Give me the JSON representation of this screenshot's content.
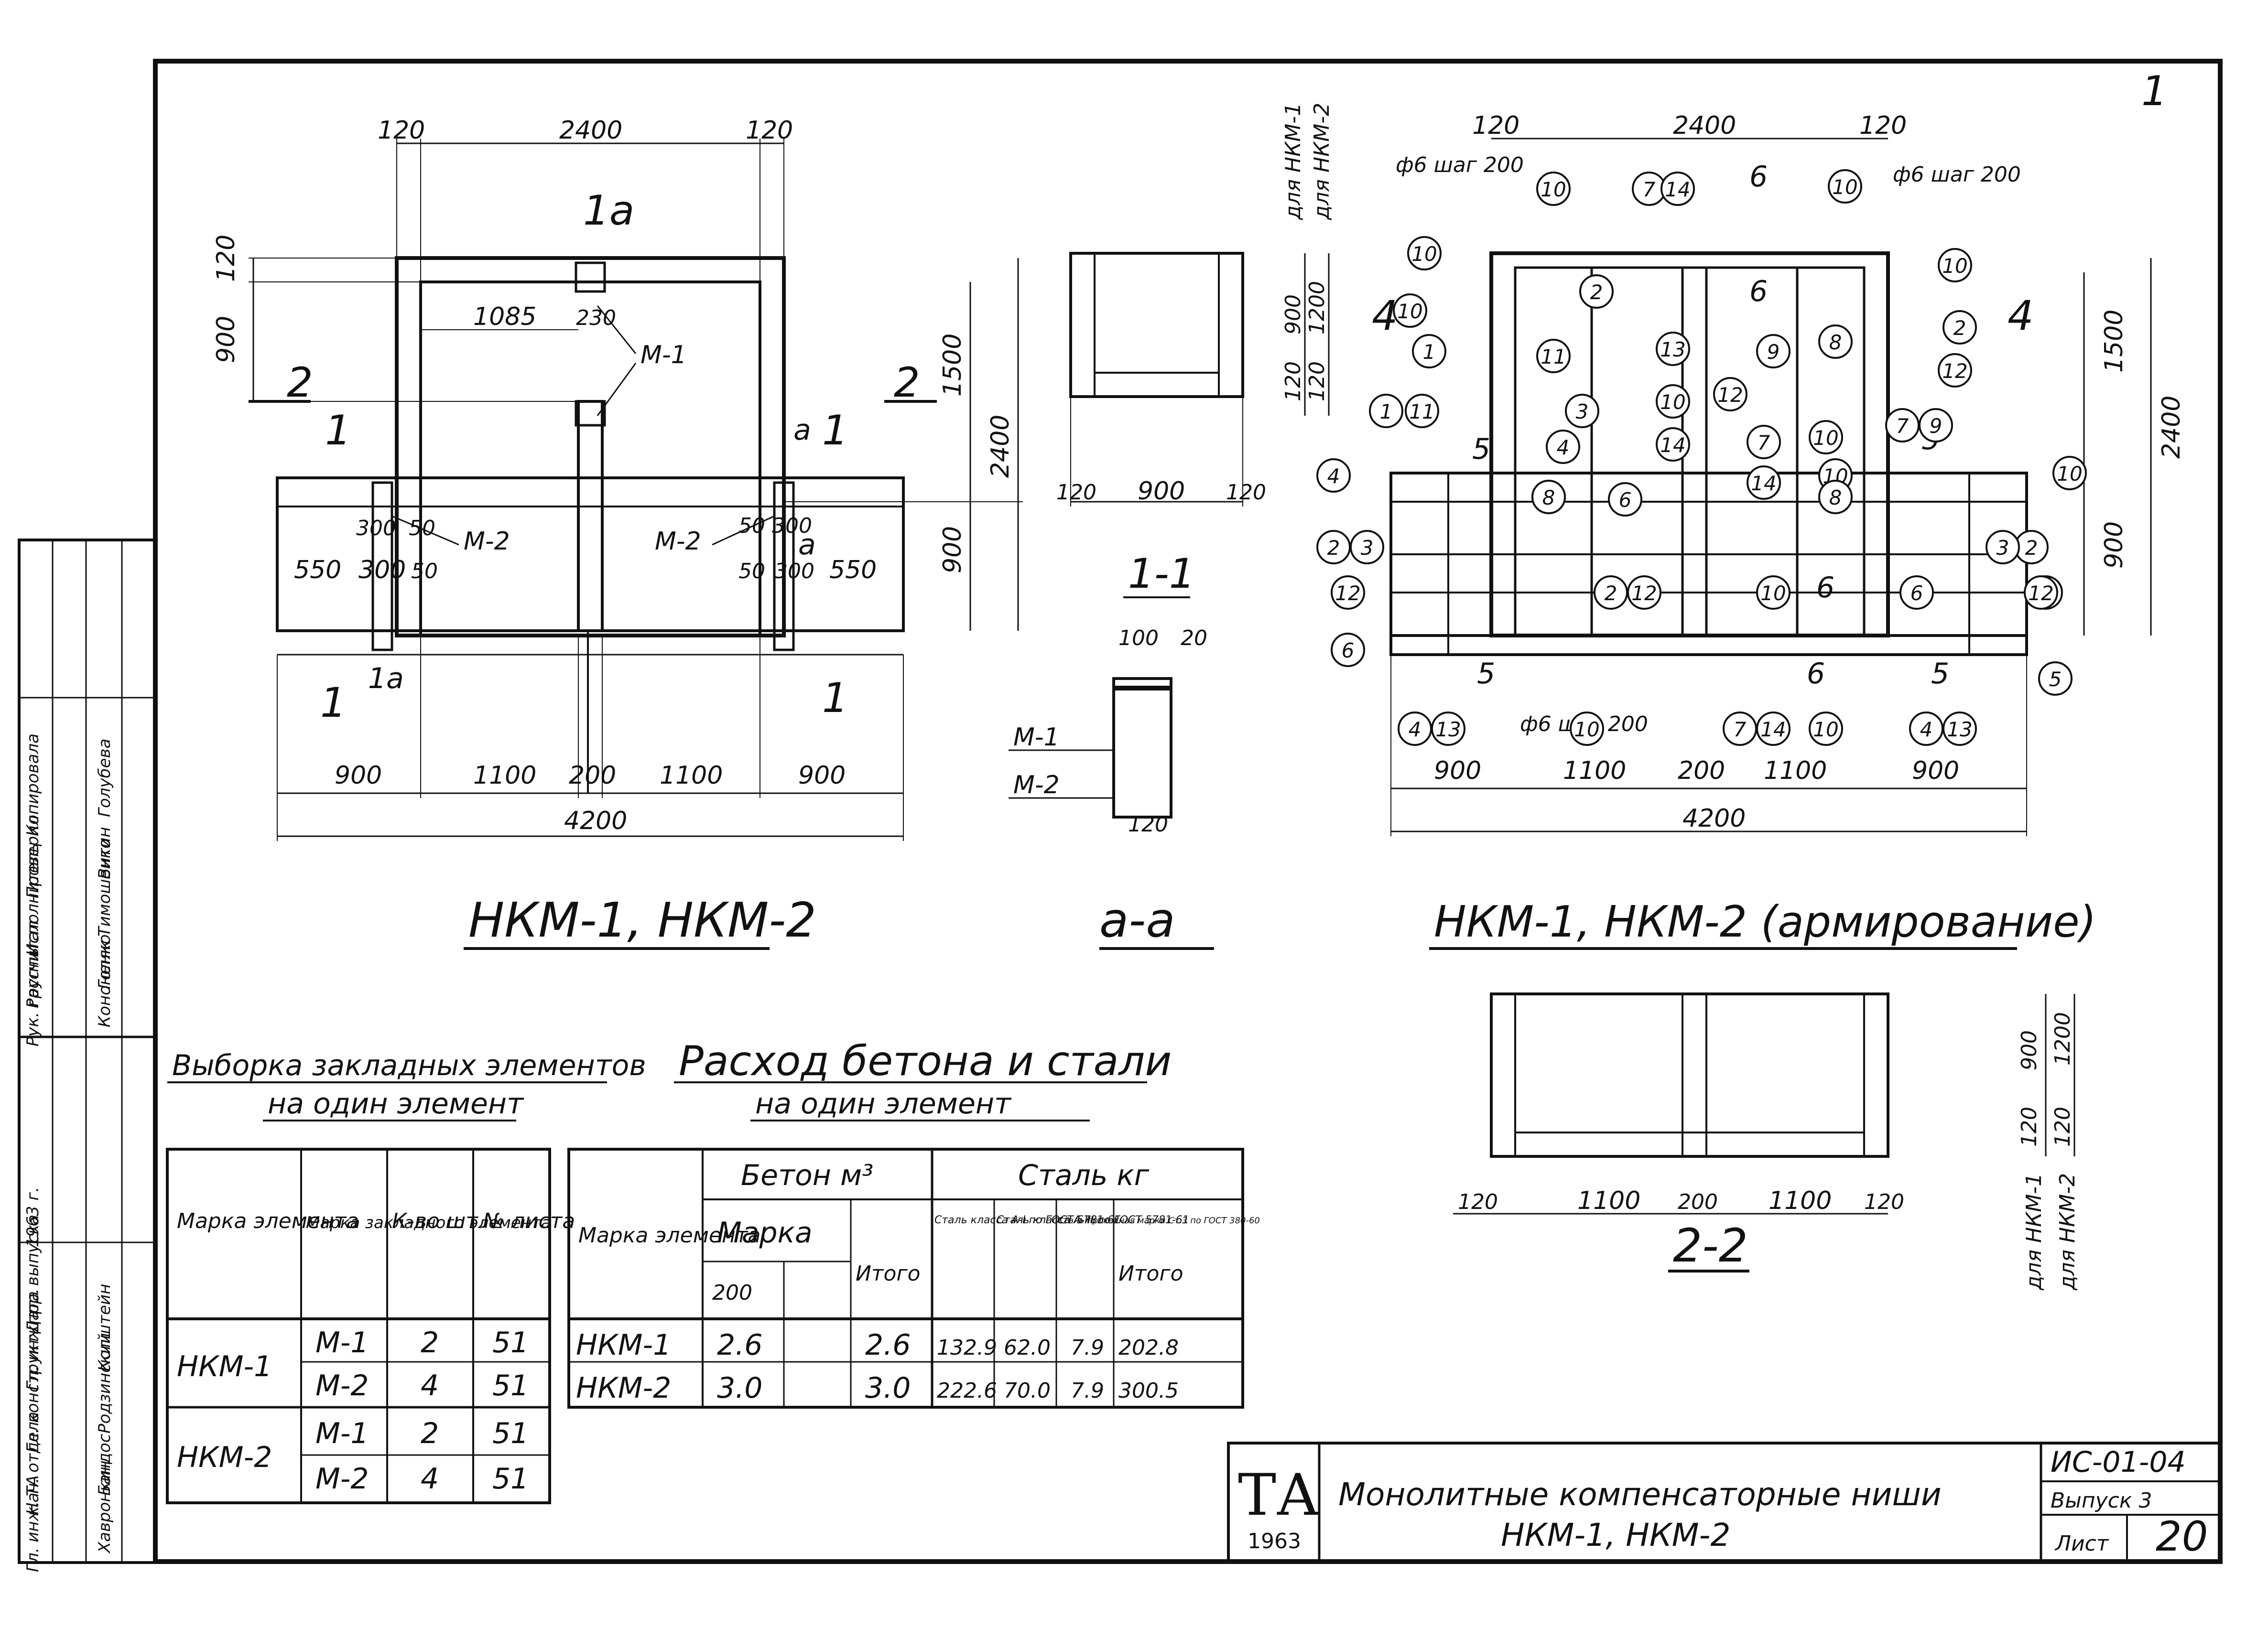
{
  "sheet": {
    "corner_mark": "1",
    "views": {
      "elevation": {
        "title": "НКМ-1, НКМ-2",
        "dims_top": [
          "120",
          "2400",
          "120"
        ],
        "dims_bottom": [
          "900",
          "1100",
          "200",
          "1100",
          "900"
        ],
        "dim_total": "4200",
        "dims_right": [
          "1500",
          "2400",
          "900"
        ],
        "dims_left": [
          "120",
          "900"
        ],
        "dim_1085": "1085",
        "dim_230": "230",
        "dims_detail": [
          "300",
          "50",
          "550",
          "300",
          "50",
          "50",
          "300",
          "50",
          "300",
          "550"
        ],
        "section_marks": [
          "1а",
          "1а",
          "1",
          "1",
          "1",
          "1",
          "2",
          "2",
          "а",
          "а"
        ],
        "element_labels": [
          "М-1",
          "М-2",
          "М-2"
        ]
      },
      "side": {
        "dims_bottom": [
          "120",
          "900",
          "120"
        ],
        "dims_right": [
          "900",
          "1200",
          "120",
          "120"
        ],
        "side_labels": [
          "для НКМ-1",
          "для НКМ-2"
        ]
      },
      "section_11": {
        "title": "1-1",
        "dims": [
          "100",
          "20",
          "120"
        ],
        "labels": [
          "М-1",
          "М-2"
        ]
      },
      "section_aa": {
        "title": "а-а"
      },
      "rebar": {
        "title": "НКМ-1, НКМ-2 (армирование)",
        "dims_top": [
          "120",
          "2400",
          "120"
        ],
        "dims_bottom": [
          "900",
          "1100",
          "200",
          "1100",
          "900"
        ],
        "dim_total": "4200",
        "dims_right": [
          "1500",
          "2400",
          "900"
        ],
        "notes": [
          "ф6 шаг 200",
          "ф6 шаг 200",
          "ф6 шаг 200"
        ],
        "section_marks": [
          "6",
          "6",
          "6",
          "6",
          "5",
          "5",
          "5",
          "5",
          "4",
          "4"
        ],
        "callouts": [
          "10",
          "7",
          "14",
          "10",
          "10",
          "10",
          "10",
          "1",
          "11",
          "2",
          "9",
          "8",
          "3",
          "2",
          "12",
          "1",
          "11",
          "4",
          "13",
          "10",
          "12",
          "10",
          "7",
          "9",
          "4",
          "13",
          "10",
          "10",
          "14",
          "14",
          "6",
          "7",
          "8",
          "8",
          "2",
          "3",
          "2",
          "3",
          "12",
          "12",
          "6",
          "2",
          "12",
          "10",
          "6",
          "12",
          "5",
          "4",
          "13",
          "10",
          "7",
          "14",
          "10",
          "4",
          "13"
        ]
      },
      "section_22": {
        "title": "2-2",
        "dims_bottom": [
          "120",
          "1100",
          "200",
          "1100",
          "120"
        ],
        "dims_right": [
          "900",
          "120",
          "1200",
          "120"
        ],
        "side_labels": [
          "для НКМ-1",
          "для НКМ-2"
        ]
      }
    },
    "embedded_table": {
      "title_line1": "Выборка закладных элементов",
      "title_line2": "на один элемент",
      "headers": [
        "Марка элемента",
        "Марка закладного элемента",
        "К-во шт.",
        "№ листа"
      ],
      "rows": [
        {
          "mark": "НКМ-1",
          "items": [
            [
              "М-1",
              "2",
              "51"
            ],
            [
              "М-2",
              "4",
              "51"
            ]
          ]
        },
        {
          "mark": "НКМ-2",
          "items": [
            [
              "М-1",
              "2",
              "51"
            ],
            [
              "М-2",
              "4",
              "51"
            ]
          ]
        }
      ]
    },
    "consumption_table": {
      "title_line1": "Расход бетона и стали",
      "title_line2": "на один элемент",
      "group_concrete": "Бетон м³",
      "group_steel": "Сталь кг",
      "headers": [
        "Марка элемента",
        "Марка",
        "200",
        "Итого",
        "Сталь класса А-I по ГОСТ 5781-61",
        "Сталь класса А-III по ГОСТ 5781-61",
        "Сталь прокатная марки Ст.3 по ГОСТ 380-60",
        "Итого"
      ],
      "rows": [
        [
          "НКМ-1",
          "2.6",
          "",
          "2.6",
          "132.9",
          "62.0",
          "7.9",
          "202.8"
        ],
        [
          "НКМ-2",
          "3.0",
          "",
          "3.0",
          "222.6",
          "70.0",
          "7.9",
          "300.5"
        ]
      ]
    },
    "stamp_side": {
      "rows": [
        [
          "Рук. группы",
          "Кононенко"
        ],
        [
          "Рассчитал",
          "Голяк"
        ],
        [
          "Исполнитель",
          "Тимошенко"
        ],
        [
          "Проверил",
          "Витин"
        ],
        [
          "Копировала",
          "Голубева"
        ],
        [
          "1963 г.",
          ""
        ],
        [
          "Гл. инж. ТА",
          "Хавронкин"
        ],
        [
          "Нач. отдела",
          "Бандос"
        ],
        [
          "Гл. конструкт. пр.",
          "Родзинский"
        ],
        [
          "Гл. инж. пр.",
          "Копштейн"
        ],
        [
          "Дата выпуска",
          ""
        ]
      ]
    },
    "title_block": {
      "logo": "ТА",
      "logo_year": "1963",
      "title_line1": "Монолитные компенсаторные ниши",
      "title_line2": "НКМ-1, НКМ-2",
      "code": "ИС-01-04",
      "issue": "Выпуск 3",
      "sheet_label": "Лист",
      "sheet_no": "20"
    }
  }
}
